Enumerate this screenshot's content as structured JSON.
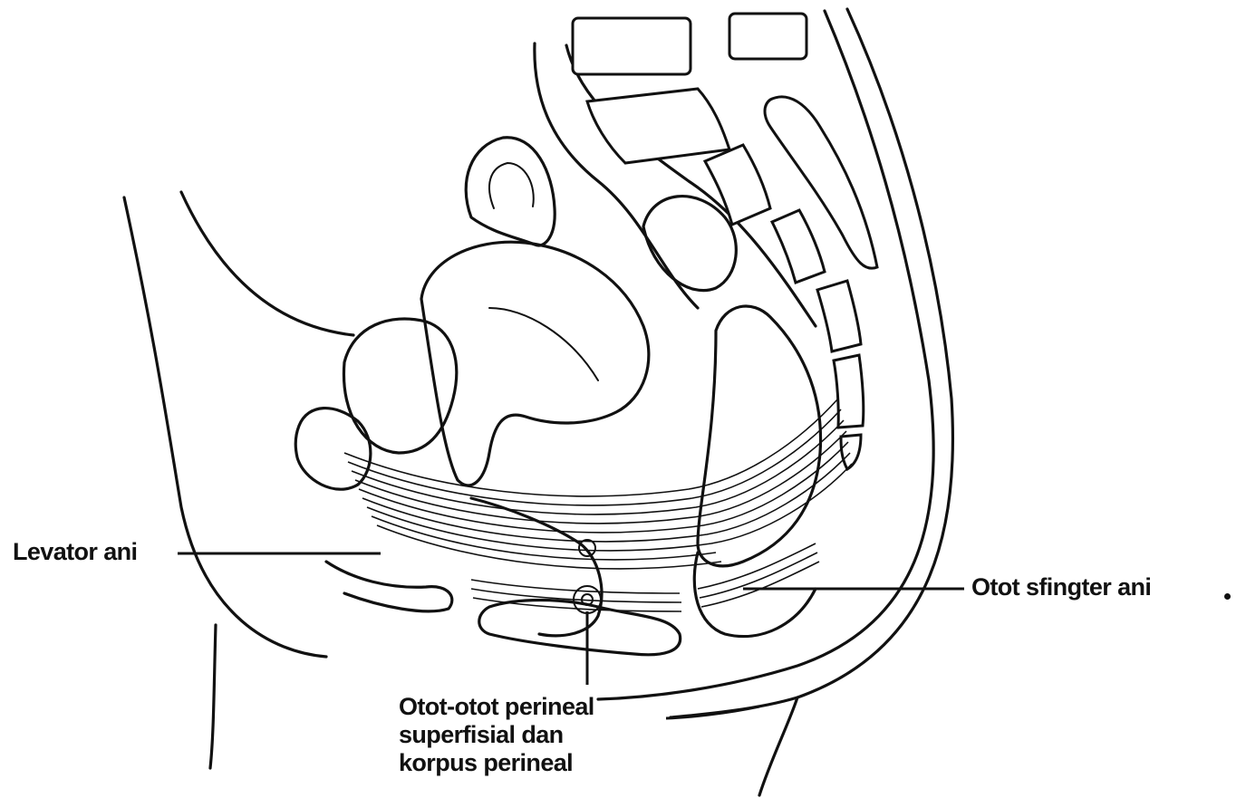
{
  "labels": {
    "levator_ani": "Levator ani",
    "otot_sfingter_ani": "Otot sfingter ani",
    "perineal_line1": "Otot-otot perineal",
    "perineal_line2": "superfisial dan",
    "perineal_line3": "korpus perineal"
  },
  "colors": {
    "ink": "#111111",
    "background": "#ffffff"
  }
}
